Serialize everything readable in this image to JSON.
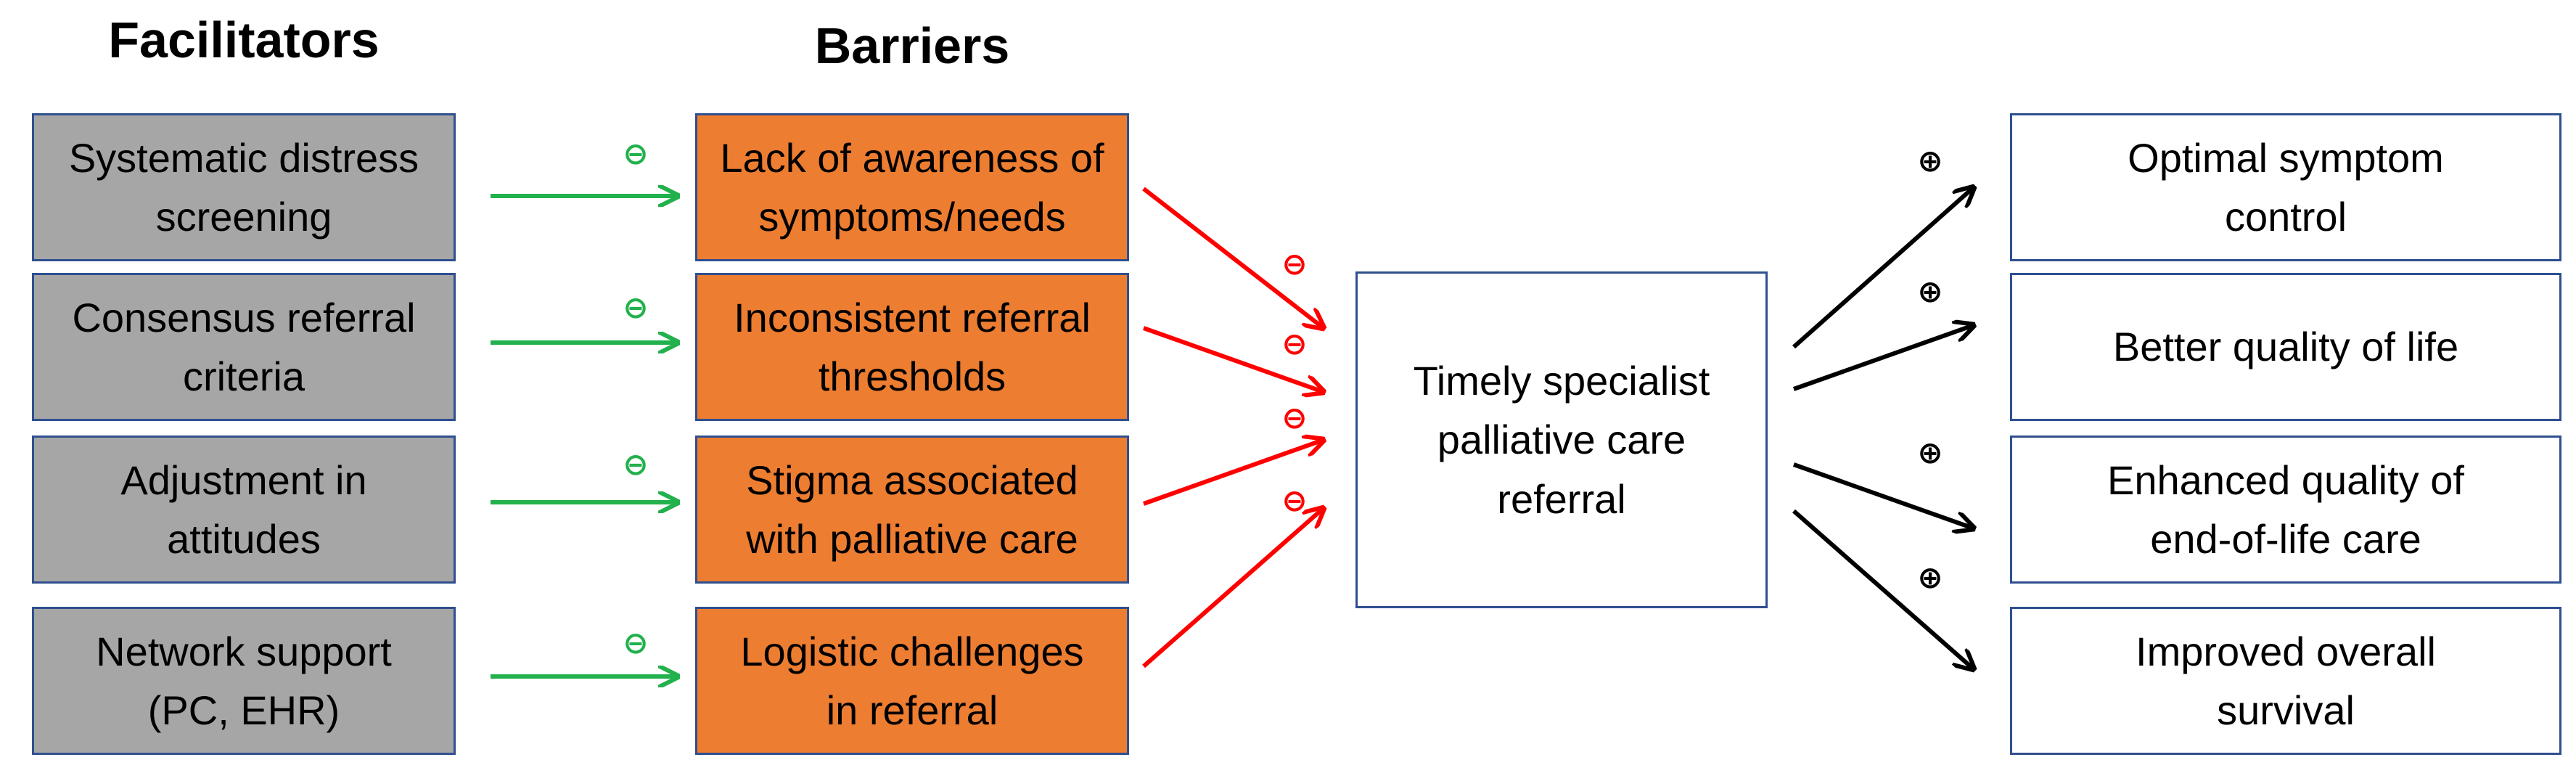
{
  "headings": {
    "facilitators": "Facilitators",
    "barriers": "Barriers"
  },
  "facilitators": [
    "Systematic distress\nscreening",
    "Consensus  referral\ncriteria",
    "Adjustment in\nattitudes",
    "Network support\n(PC, EHR)"
  ],
  "barriers": [
    "Lack of awareness of\nsymptoms/needs",
    "Inconsistent referral\nthresholds",
    "Stigma associated\nwith palliative care",
    "Logistic challenges\nin referral"
  ],
  "center": "Timely specialist\npalliative care\nreferral",
  "outcomes": [
    "Optimal symptom\ncontrol",
    "Better quality of life",
    "Enhanced quality of\nend-of-life care",
    "Improved overall\nsurvival"
  ],
  "colors": {
    "inhibit_facilitator": "#22b14c",
    "inhibit_barrier": "#ff0000",
    "promote": "#000000"
  },
  "symbols": {
    "minus": "⊖",
    "plus": "⊕"
  }
}
